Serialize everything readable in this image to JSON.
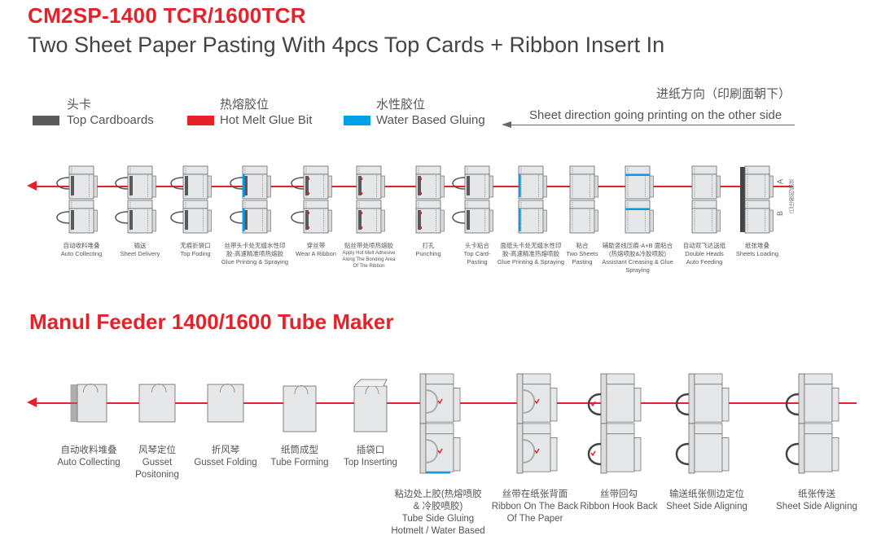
{
  "header": {
    "title": "CM2SP-1400 TCR/1600TCR",
    "subtitle": "Two Sheet Paper Pasting With 4pcs Top Cards + Ribbon Insert In"
  },
  "legend": [
    {
      "zh": "头卡",
      "en": "Top Cardboards",
      "color": "#58595b"
    },
    {
      "zh": "热熔胶位",
      "en": "Hot Melt Glue Bit",
      "color": "#e62129"
    },
    {
      "zh": "水性胶位",
      "en": "Water Based Gluing",
      "color": "#00a0e9"
    }
  ],
  "direction": {
    "zh": "进纸方向（印刷面朝下）",
    "en": "Sheet direction going printing on the other side"
  },
  "loading_marks": {
    "a": "A",
    "b": "B",
    "vertical": "已压痕的纸张"
  },
  "colors": {
    "red": "#e62129",
    "blue": "#00a0e9",
    "gray": "#58595b"
  },
  "line1": {
    "stations": [
      {
        "zh": "自动收料堆叠",
        "en": "Auto Collecting",
        "kind": "card"
      },
      {
        "zh": "输送",
        "en": "Sheet Delivery",
        "kind": "card"
      },
      {
        "zh": "无痕折袋口",
        "en": "Top Foding",
        "kind": "card"
      },
      {
        "zh": "丝带头卡处无缝水性印\n胶-高速精准喷热熔胶",
        "en": "Glue Printing & Spraying",
        "kind": "blue-ribbon"
      },
      {
        "zh": "穿丝带",
        "en": "Wear A Ribbon",
        "kind": "red-ribbon"
      },
      {
        "zh": "贴丝带处喷热熔胶",
        "en": "Apply Hot Melt Adhesive\nAlong The Bonding Area\nOf The Ribbon",
        "kind": "red",
        "tiny": true
      },
      {
        "zh": "打孔",
        "en": "Punching",
        "kind": "red"
      },
      {
        "zh": "头卡粘合",
        "en": "Top Card-\nPasting",
        "kind": "card"
      },
      {
        "zh": "面纸头卡处无缝水性印\n胶-高速精准热熔喷胶",
        "en": "Glue Printing & Spraying",
        "kind": "blue"
      },
      {
        "zh": "粘合",
        "en": "Two Sheets\nPasting",
        "kind": "plain"
      },
      {
        "zh": "辅助竖线压痕-A+B 面粘合\n(热熔喷胶&冷胶喷胶)",
        "en": "Assistant Creasing & Glue\nSpraying",
        "kind": "blue-top"
      },
      {
        "zh": "自动双飞达送纸",
        "en": "Double Heads\nAuto Feeding",
        "kind": "plain"
      },
      {
        "zh": "纸张堆叠",
        "en": "Sheets Loading",
        "kind": "stack"
      }
    ]
  },
  "section2": {
    "title": "Manul Feeder 1400/1600 Tube Maker"
  },
  "line2": {
    "stations": [
      {
        "zh": "自动收料堆叠",
        "en": "Auto Collecting",
        "kind": "bagstack"
      },
      {
        "zh": "风琴定位",
        "en": "Gusset\nPositoning",
        "kind": "bag"
      },
      {
        "zh": "折风琴",
        "en": "Gusset Folding",
        "kind": "bag"
      },
      {
        "zh": "纸筒成型",
        "en": "Tube Forming",
        "kind": "tube"
      },
      {
        "zh": "插袋口",
        "en": "Top Inserting",
        "kind": "tube"
      },
      {
        "zh": "粘边处上胶(热熔喷胶\n& 冷胶喷胶)",
        "en": "Tube Side Gluing\nHotmelt / Water Based",
        "kind": "back-blue"
      },
      {
        "zh": "丝带在纸张背面",
        "en": "Ribbon On The Back\nOf The Paper",
        "kind": "back"
      },
      {
        "zh": "丝带回勾",
        "en": "Ribbon Hook Back",
        "kind": "hook"
      },
      {
        "zh": "输送纸张侧边定位",
        "en": "Sheet Side Aligning",
        "kind": "out"
      },
      {
        "zh": "纸张传送",
        "en": "Sheet Side Aligning",
        "kind": "out"
      }
    ]
  }
}
